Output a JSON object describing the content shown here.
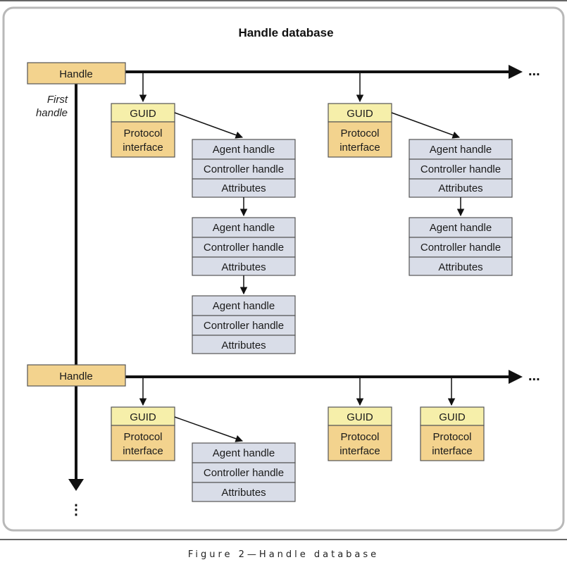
{
  "title": "Handle database",
  "first_handle_label": [
    "First",
    "handle"
  ],
  "handle_label": "Handle",
  "guid_label": "GUID",
  "protocol_label": [
    "Protocol",
    "interface"
  ],
  "agent_label": "Agent handle",
  "controller_label": "Controller handle",
  "attributes_label": "Attributes",
  "ellipsis": "...",
  "vertical_ellipsis": "⋮",
  "caption": "Figure 2—Handle database",
  "colors": {
    "handle_fill": "#f3d38e",
    "guid_fill": "#f6efaa",
    "protocol_fill": "#f3d38e",
    "agent_fill": "#d9dde8",
    "border": "#555555",
    "frame": "#b8b8b8"
  }
}
